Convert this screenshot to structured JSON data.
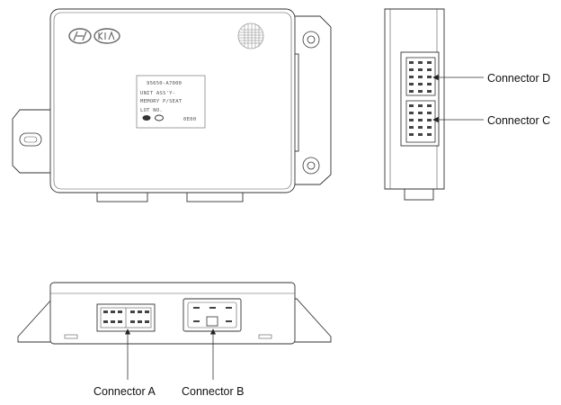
{
  "unit_label": {
    "part_number": "95650-A7000",
    "line1": "UNIT ASS'Y-",
    "line2": "MEMORY P/SEAT",
    "lot": "LOT NO.",
    "code": "0E00"
  },
  "callouts": {
    "connector_a": "Connector A",
    "connector_b": "Connector B",
    "connector_c": "Connector C",
    "connector_d": "Connector D"
  }
}
